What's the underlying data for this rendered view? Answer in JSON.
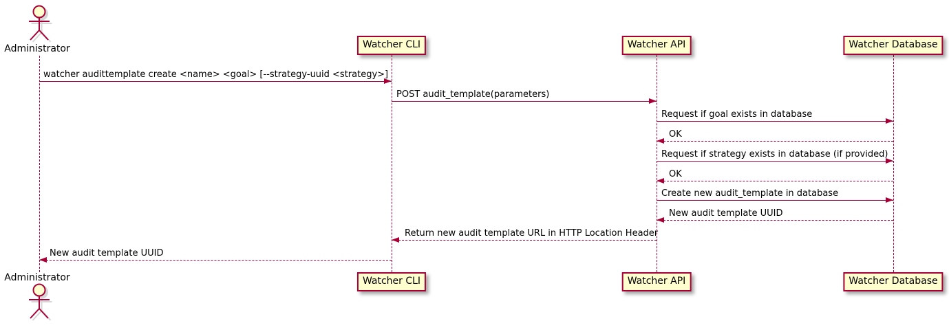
{
  "diagram": {
    "title": "",
    "actor": {
      "name": "Administrator"
    },
    "participants": [
      {
        "label": "Watcher CLI"
      },
      {
        "label": "Watcher API"
      },
      {
        "label": "Watcher Database"
      }
    ],
    "messages": [
      {
        "text": "watcher audittemplate create <name> <goal> [--strategy-uuid <strategy>]",
        "from": "Administrator",
        "to": "Watcher CLI",
        "style": "solid"
      },
      {
        "text": "POST audit_template(parameters)",
        "from": "Watcher CLI",
        "to": "Watcher API",
        "style": "solid"
      },
      {
        "text": "Request if goal exists in database",
        "from": "Watcher API",
        "to": "Watcher Database",
        "style": "solid"
      },
      {
        "text": "OK",
        "from": "Watcher Database",
        "to": "Watcher API",
        "style": "dashed"
      },
      {
        "text": "Request if strategy exists in database (if provided)",
        "from": "Watcher API",
        "to": "Watcher Database",
        "style": "solid"
      },
      {
        "text": "OK",
        "from": "Watcher Database",
        "to": "Watcher API",
        "style": "dashed"
      },
      {
        "text": "Create new audit_template in database",
        "from": "Watcher API",
        "to": "Watcher Database",
        "style": "solid"
      },
      {
        "text": "New audit template UUID",
        "from": "Watcher Database",
        "to": "Watcher API",
        "style": "dashed"
      },
      {
        "text": "Return new audit template URL in HTTP Location Header",
        "from": "Watcher API",
        "to": "Watcher CLI",
        "style": "dashed"
      },
      {
        "text": "New audit template UUID",
        "from": "Watcher CLI",
        "to": "Administrator",
        "style": "dashed"
      }
    ],
    "icons": {
      "actor": "stick-figure",
      "arrowhead": "filled-triangle"
    },
    "colors": {
      "stroke": "#A80036",
      "box_fill": "#FEFECE",
      "text": "#000000",
      "shadow": "#A6A6A6",
      "background": "#FFFFFF"
    }
  }
}
